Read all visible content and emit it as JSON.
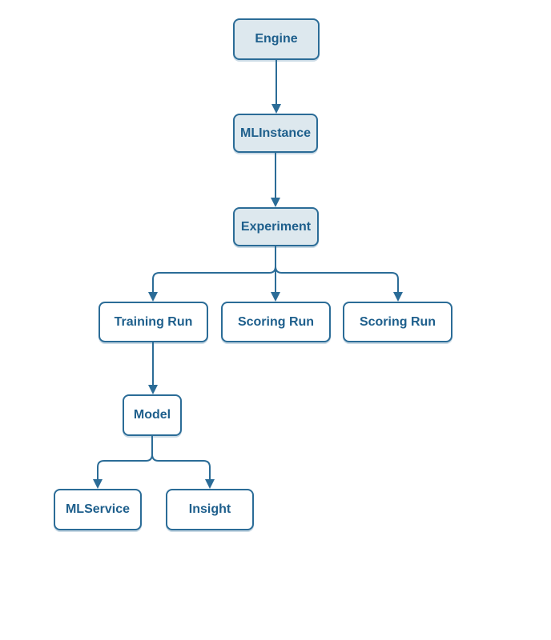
{
  "diagram": {
    "type": "hierarchy-flowchart",
    "nodes": [
      {
        "id": "engine",
        "label": "Engine",
        "variant": "filled"
      },
      {
        "id": "mlinstance",
        "label": "MLInstance",
        "variant": "filled"
      },
      {
        "id": "experiment",
        "label": "Experiment",
        "variant": "filled"
      },
      {
        "id": "training-run",
        "label": "Training Run",
        "variant": "outline"
      },
      {
        "id": "scoring-run-1",
        "label": "Scoring Run",
        "variant": "outline"
      },
      {
        "id": "scoring-run-2",
        "label": "Scoring Run",
        "variant": "outline"
      },
      {
        "id": "model",
        "label": "Model",
        "variant": "outline"
      },
      {
        "id": "mlservice",
        "label": "MLService",
        "variant": "outline"
      },
      {
        "id": "insight",
        "label": "Insight",
        "variant": "outline"
      }
    ],
    "edges": [
      {
        "from": "Engine",
        "to": "MLInstance"
      },
      {
        "from": "MLInstance",
        "to": "Experiment"
      },
      {
        "from": "Experiment",
        "to": "Training Run"
      },
      {
        "from": "Experiment",
        "to": "Scoring Run (middle)"
      },
      {
        "from": "Experiment",
        "to": "Scoring Run (right)"
      },
      {
        "from": "Training Run",
        "to": "Model"
      },
      {
        "from": "Model",
        "to": "MLService"
      },
      {
        "from": "Model",
        "to": "Insight"
      }
    ],
    "colors": {
      "node_border": "#2b6c97",
      "node_fill_highlight": "#dde8ee",
      "node_fill_default": "#ffffff",
      "label_text": "#1e5f8c",
      "connector": "#2b6c97",
      "background": "#ffffff"
    }
  }
}
